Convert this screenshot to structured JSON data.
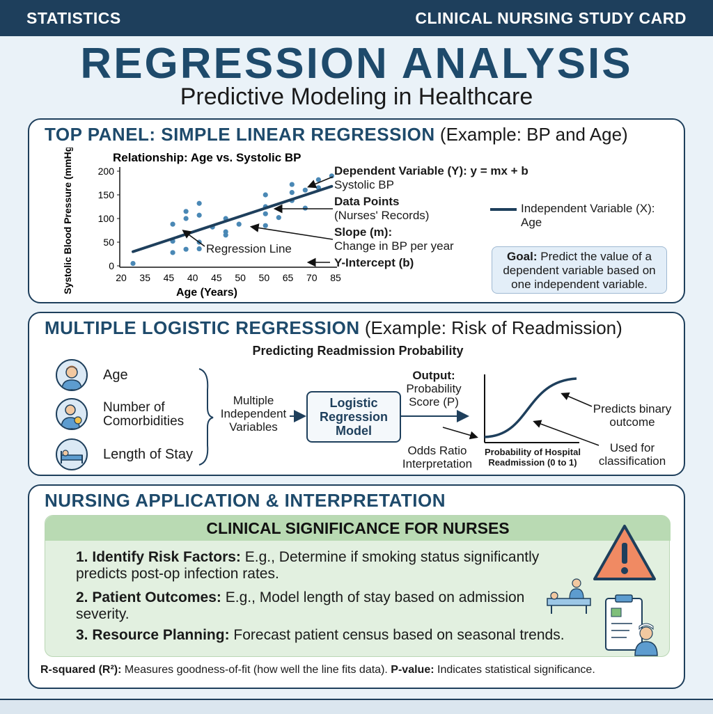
{
  "header": {
    "left_label": "STATISTICS",
    "right_label": "CLINICAL NURSING STUDY CARD"
  },
  "title": "REGRESSION ANALYSIS",
  "subtitle": "Predictive Modeling in Healthcare",
  "panel1": {
    "heading_bold": "TOP PANEL: SIMPLE LINEAR REGRESSION",
    "heading_rest": "(Example: BP and Age)",
    "dependent_label": "Dependent Variable (Y): y = mx + b",
    "dependent_sub": "Systolic BP",
    "datapoints_label": "Data Points",
    "datapoints_sub": "(Nurses' Records)",
    "slope_label": "Slope (m):",
    "slope_sub": "Change in BP per year",
    "intercept_label": "Y-Intercept (b)",
    "regression_line_label": "Regression Line",
    "legend_label_1": "Independent Variable (X):",
    "legend_label_2": "Age",
    "goal_bold": "Goal:",
    "goal_text": "Predict the value of a dependent variable based on one independent variable."
  },
  "chart_data": {
    "type": "scatter",
    "title": "Relationship: Age vs. Systolic BP",
    "xlabel": "Age (Years)",
    "ylabel": "Systolic Blood Pressure (mmHg)",
    "x_ticks": [
      "20",
      "35",
      "45",
      "40",
      "45",
      "50",
      "50",
      "65",
      "70",
      "85"
    ],
    "y_ticks": [
      0,
      50,
      100,
      150,
      200
    ],
    "ylim": [
      0,
      200
    ],
    "points": [
      [
        20,
        5
      ],
      [
        35,
        88
      ],
      [
        35,
        52
      ],
      [
        35,
        28
      ],
      [
        45,
        50
      ],
      [
        45,
        36
      ],
      [
        40,
        115
      ],
      [
        40,
        100
      ],
      [
        40,
        35
      ],
      [
        45,
        132
      ],
      [
        45,
        107
      ],
      [
        50,
        82
      ],
      [
        55,
        100
      ],
      [
        55,
        72
      ],
      [
        55,
        65
      ],
      [
        60,
        88
      ],
      [
        70,
        150
      ],
      [
        70,
        125
      ],
      [
        70,
        110
      ],
      [
        70,
        85
      ],
      [
        75,
        102
      ],
      [
        80,
        138
      ],
      [
        80,
        172
      ],
      [
        80,
        155
      ],
      [
        85,
        160
      ],
      [
        85,
        122
      ],
      [
        90,
        182
      ],
      [
        90,
        165
      ],
      [
        95,
        190
      ]
    ],
    "regression_line": {
      "x": [
        20,
        95
      ],
      "y": [
        30,
        168
      ]
    },
    "color": "#4a88b5",
    "line_color": "#1e3f5c",
    "grid": false
  },
  "panel2": {
    "heading_bold": "MULTIPLE LOGISTIC REGRESSION",
    "heading_rest": "(Example: Risk of Readmission)",
    "sub_title": "Predicting Readmission Probability",
    "inputs": [
      "Age",
      "Number of Comorbidities",
      "Length of Stay"
    ],
    "input_icons": [
      "patient-avatar-icon",
      "doctor-icon",
      "hospital-bed-icon"
    ],
    "multiple_label": "Multiple Independent Variables",
    "model_label": "Logistic Regression Model",
    "output_label_bold": "Output:",
    "output_label": "Probability Score (P)",
    "odds_label": "Odds Ratio Interpretation",
    "curve_xlabel": "Probability of Hospital Readmission (0 to 1)",
    "binary_label": "Predicts binary outcome",
    "classification_label": "Used for classification"
  },
  "panel3": {
    "heading_bold": "NURSING APPLICATION & INTERPRETATION",
    "box_title": "CLINICAL SIGNIFICANCE FOR NURSES",
    "items": [
      {
        "num": "1.",
        "bold": "Identify Risk Factors:",
        "text": "E.g., Determine if smoking status significantly predicts post-op infection rates."
      },
      {
        "num": "2.",
        "bold": "Patient Outcomes:",
        "text": "E.g., Model length of stay based on admission severity."
      },
      {
        "num": "3.",
        "bold": "Resource Planning:",
        "text": "Forecast patient census based on seasonal trends."
      }
    ],
    "footnote_bold_1": "R-squared (R²):",
    "footnote_text_1": "Measures goodness-of-fit (how well the line fits data).",
    "footnote_bold_2": "P-value:",
    "footnote_text_2": "Indicates statistical significance.",
    "icons": [
      "warning-icon",
      "nurse-patient-icon",
      "clipboard-nurse-icon"
    ],
    "warning_color": "#f08a63"
  }
}
